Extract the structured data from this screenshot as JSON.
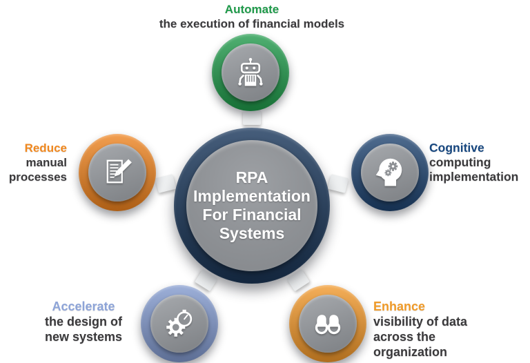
{
  "background_color": "#ffffff",
  "text_color": "#3a393b",
  "center": {
    "title": "RPA\nImplementation\nFor Financial\nSystems",
    "ring_color": "#1d3a5e",
    "inner_color": "#8e9195"
  },
  "nodes": [
    {
      "name": "automate",
      "keyword": "Automate",
      "description": "the execution of financial models",
      "ring_color": "#1f9a4a",
      "keyword_color": "#1f9a4a",
      "icon": "robot-icon"
    },
    {
      "name": "reduce",
      "keyword": "Reduce",
      "description": "manual\nprocesses",
      "ring_color": "#ef831e",
      "keyword_color": "#f0881f",
      "icon": "document-pencil-icon"
    },
    {
      "name": "cognitive",
      "keyword": "Cognitive",
      "description": "computing\nimplementation",
      "ring_color": "#1e4370",
      "keyword_color": "#17477f",
      "icon": "head-gears-icon"
    },
    {
      "name": "accelerate",
      "keyword": "Accelerate",
      "description": "the design of\nnew systems",
      "ring_color": "#8199ce",
      "keyword_color": "#8da4d8",
      "icon": "gear-stopwatch-icon"
    },
    {
      "name": "enhance",
      "keyword": "Enhance",
      "description": "visibility of data\nacross the\norganization",
      "ring_color": "#f2982a",
      "keyword_color": "#f09b29",
      "icon": "binoculars-icon"
    }
  ]
}
